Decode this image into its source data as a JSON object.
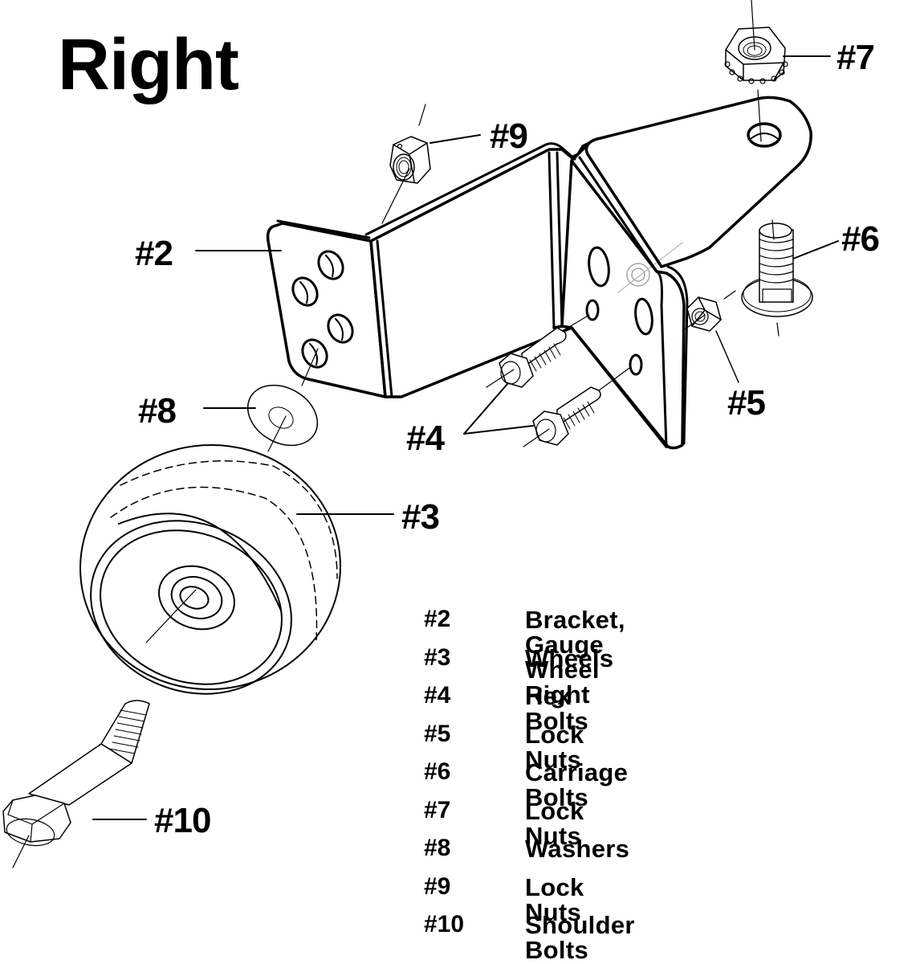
{
  "title": "Right",
  "callouts": {
    "c2": "#2",
    "c3": "#3",
    "c4": "#4",
    "c5": "#5",
    "c6": "#6",
    "c7": "#7",
    "c8": "#8",
    "c9": "#9",
    "c10": "#10"
  },
  "legend": [
    {
      "number": "#2",
      "description": "Bracket, Gauge Wheel Right"
    },
    {
      "number": "#3",
      "description": "Wheels"
    },
    {
      "number": "#4",
      "description": "Hex Bolts"
    },
    {
      "number": "#5",
      "description": "Lock Nuts"
    },
    {
      "number": "#6",
      "description": "Carriage Bolts"
    },
    {
      "number": "#7",
      "description": "Lock Nuts"
    },
    {
      "number": "#8",
      "description": "Washers"
    },
    {
      "number": "#9",
      "description": "Lock Nuts"
    },
    {
      "number": "#10",
      "description": "Shoulder Bolts"
    }
  ]
}
